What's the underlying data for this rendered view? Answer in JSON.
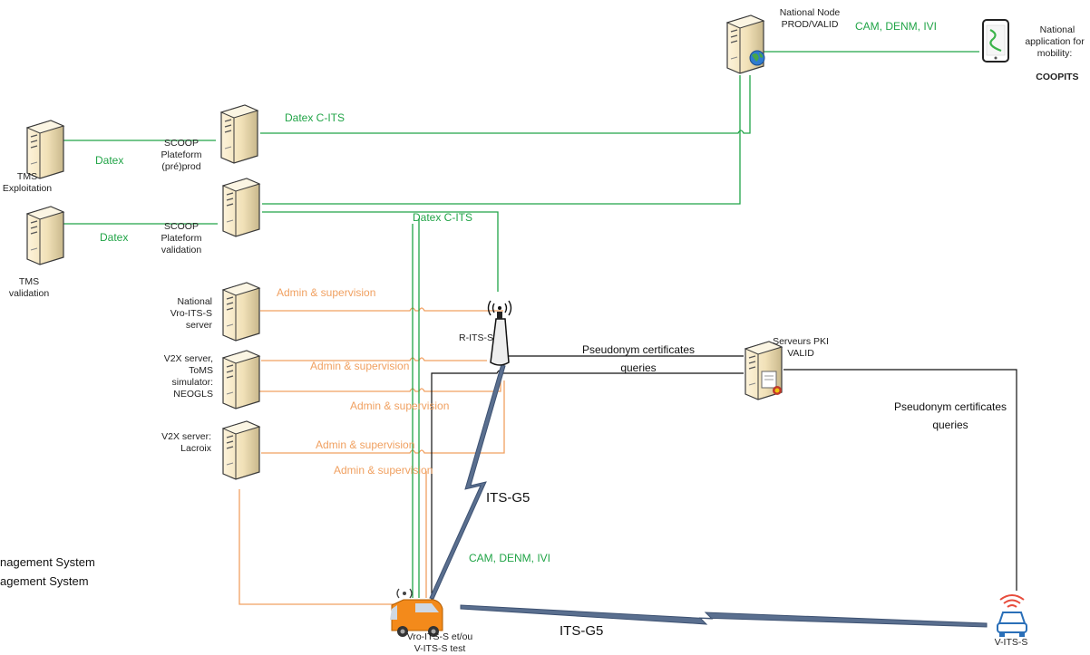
{
  "nodes": {
    "national_node": "National Node\nPROD/VALID",
    "national_app": "National\napplication for\nmobility:",
    "national_app_bold": "COOPITS",
    "tms_exploitation": "TMS\nExploitation",
    "tms_validation": "TMS\nvalidation",
    "scoop_preprod": "SCOOP\nPlateform\n(pré)prod",
    "scoop_validation": "SCOOP\nPlateform\nvalidation",
    "national_vro": "National\nVro-ITS-S\nserver",
    "v2x_neogls": "V2X server,\nToMS\nsimulator:\nNEOGLS",
    "v2x_lacroix": "V2X server:\nLacroix",
    "r_its_s": "R-ITS-S",
    "pki": "Serveurs PKI\nVALID",
    "vro_its_s": "Vro-ITS-S et/ou\nV-ITS-S test",
    "v_its_s": "V-ITS-S"
  },
  "links": {
    "cam_denm_ivi_top": "CAM, DENM, IVI",
    "datex_cits_1": "Datex C-ITS",
    "datex_cits_2": "Datex C-ITS",
    "datex_1": "Datex",
    "datex_2": "Datex",
    "admin_1": "Admin & supervision",
    "admin_2": "Admin & supervision",
    "admin_3": "Admin & supervision",
    "admin_4": "Admin & supervision",
    "admin_5": "Admin & supervision",
    "pseudonym_1": "Pseudonym certificates\nqueries",
    "pseudonym_2": "Pseudonym certificates\nqueries",
    "its_g5_1": "ITS-G5",
    "its_g5_2": "ITS-G5",
    "cam_denm_ivi_bottom": "CAM, DENM, IVI"
  },
  "legend": {
    "line1": "nagement System",
    "line2": "agement System"
  },
  "colors": {
    "green": "#21a447",
    "orange": "#f0a060",
    "black": "#111111",
    "wireless": "#5a6f8f"
  }
}
